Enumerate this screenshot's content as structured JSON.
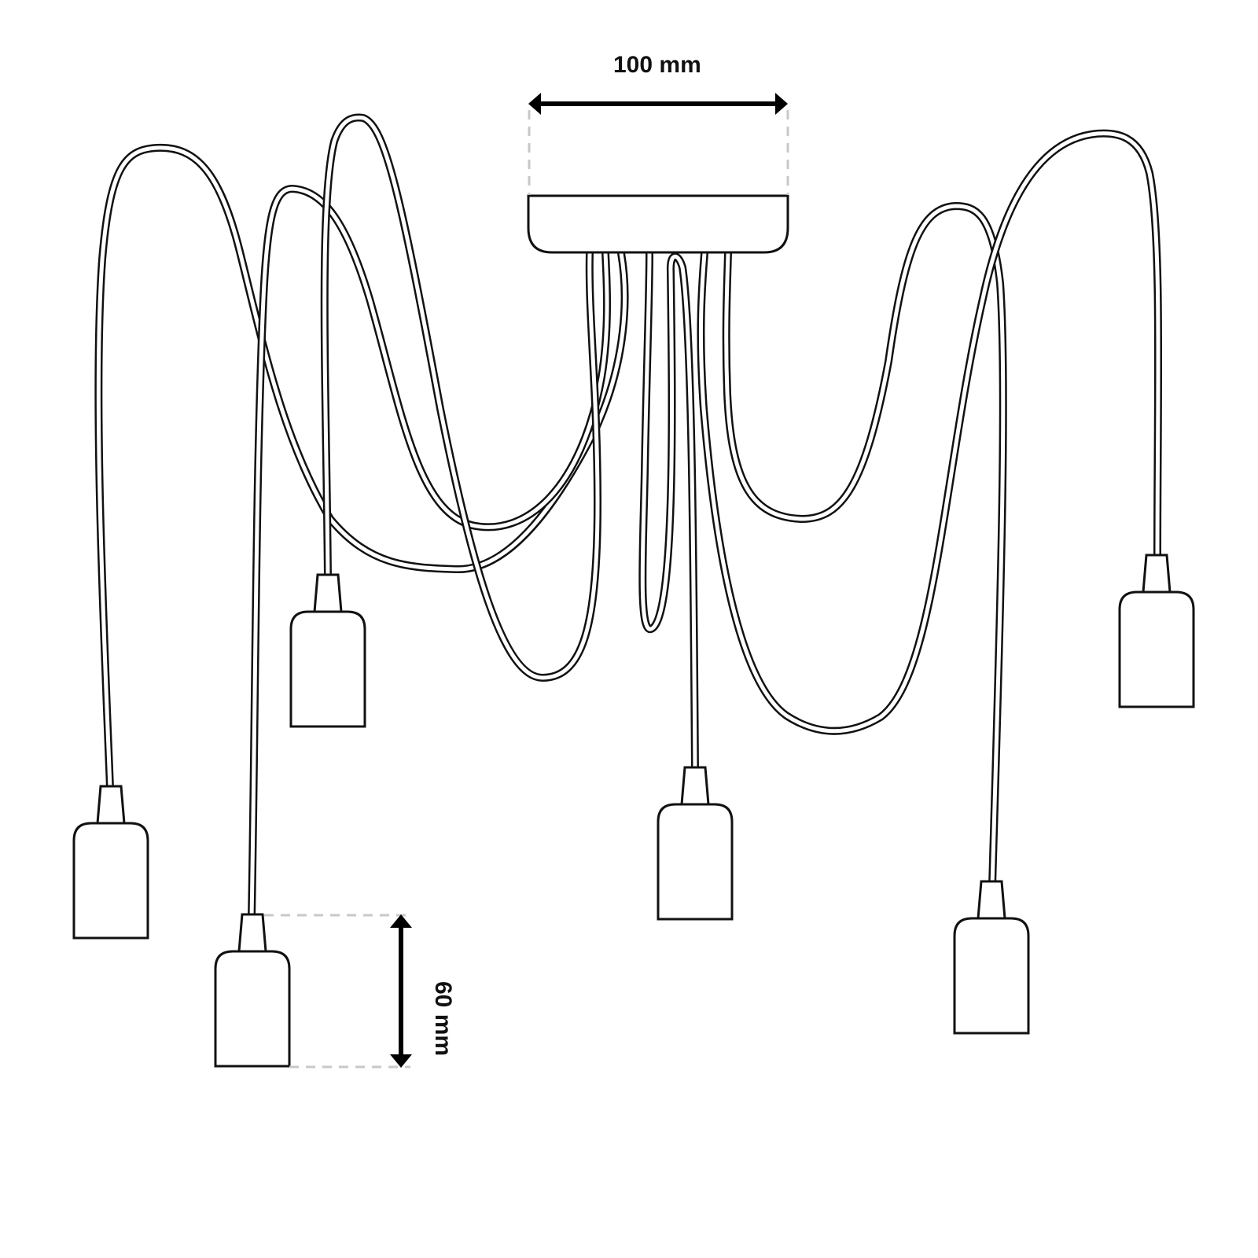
{
  "dimensions": {
    "canopy_width": "100 mm",
    "holder_height": "60 mm"
  },
  "colors": {
    "line": "#111111",
    "guide": "#c8c8c8",
    "background": "#ffffff"
  },
  "lamp_holders_count": 6
}
